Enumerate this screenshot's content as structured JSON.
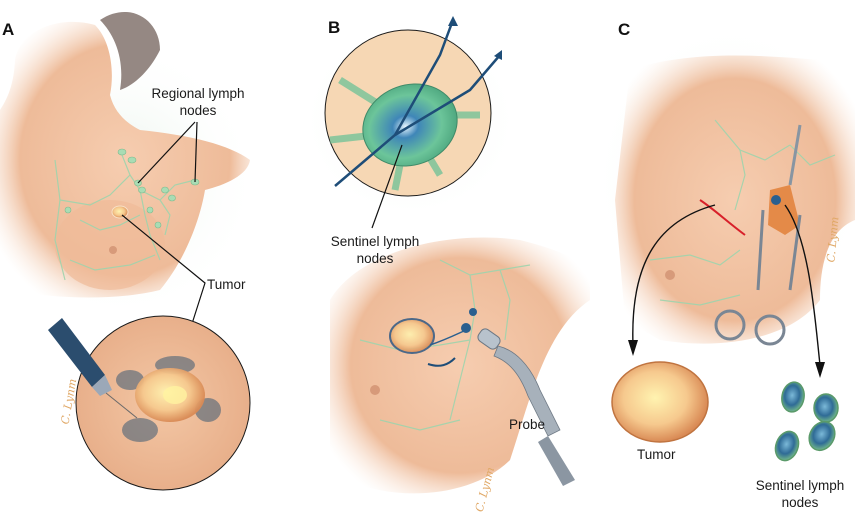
{
  "panels": [
    {
      "letter": "A",
      "labels": {
        "regional": "Regional lymph",
        "regional2": "nodes",
        "tumor": "Tumor"
      }
    },
    {
      "letter": "B",
      "labels": {
        "sentinel": "Sentinel lymph",
        "sentinel2": "nodes",
        "probe": "Probe"
      }
    },
    {
      "letter": "C",
      "labels": {
        "tumor": "Tumor",
        "sentinel": "Sentinel lymph",
        "sentinel2": "nodes"
      }
    }
  ],
  "signature": "C. Lynm",
  "colors": {
    "skin": "#f2c4a4",
    "skin_dark": "#e5a684",
    "lymph": "#9fd4ad",
    "node_blue": "#2a5f8f",
    "dye": "#3a6a8a",
    "incision": "#d8202a",
    "tumor": "#f4c27a"
  }
}
